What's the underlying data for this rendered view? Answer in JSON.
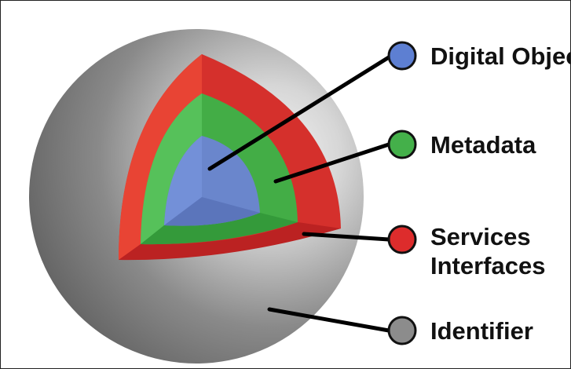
{
  "diagram": {
    "layers": [
      {
        "key": "digital_object",
        "lines": [
          "Digital Object"
        ],
        "color": "#5d7fd2"
      },
      {
        "key": "metadata",
        "lines": [
          "Metadata"
        ],
        "color": "#44b04a"
      },
      {
        "key": "services_interfaces",
        "lines": [
          "Services",
          "Interfaces"
        ],
        "color": "#dd2c2c"
      },
      {
        "key": "identifier",
        "lines": [
          "Identifier"
        ],
        "color": "#8c8c8c"
      }
    ]
  }
}
